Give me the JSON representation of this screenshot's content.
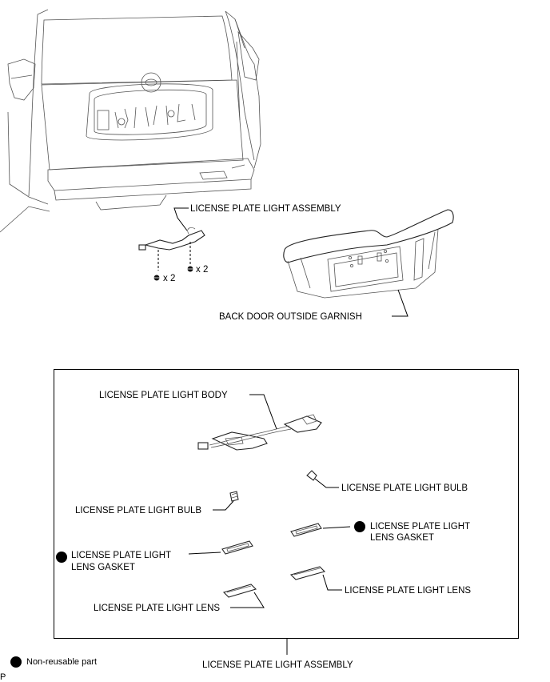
{
  "labels": {
    "assembly_top": "LICENSE PLATE LIGHT ASSEMBLY",
    "garnish": "BACK DOOR OUTSIDE GARNISH",
    "screw_qty_left": "x 2",
    "screw_qty_right": "x 2",
    "light_body": "LICENSE PLATE LIGHT BODY",
    "bulb_right": "LICENSE PLATE LIGHT BULB",
    "bulb_left": "LICENSE PLATE LIGHT BULB",
    "gasket_right_line1": "LICENSE PLATE LIGHT",
    "gasket_right_line2": "LENS GASKET",
    "gasket_left_line1": "LICENSE PLATE LIGHT",
    "gasket_left_line2": "LENS GASKET",
    "lens_right": "LICENSE PLATE LIGHT LENS",
    "lens_left": "LICENSE PLATE LIGHT LENS",
    "assembly_bottom": "LICENSE PLATE LIGHT ASSEMBLY",
    "legend_text": "Non-reusable part",
    "corner_mark": "P"
  }
}
